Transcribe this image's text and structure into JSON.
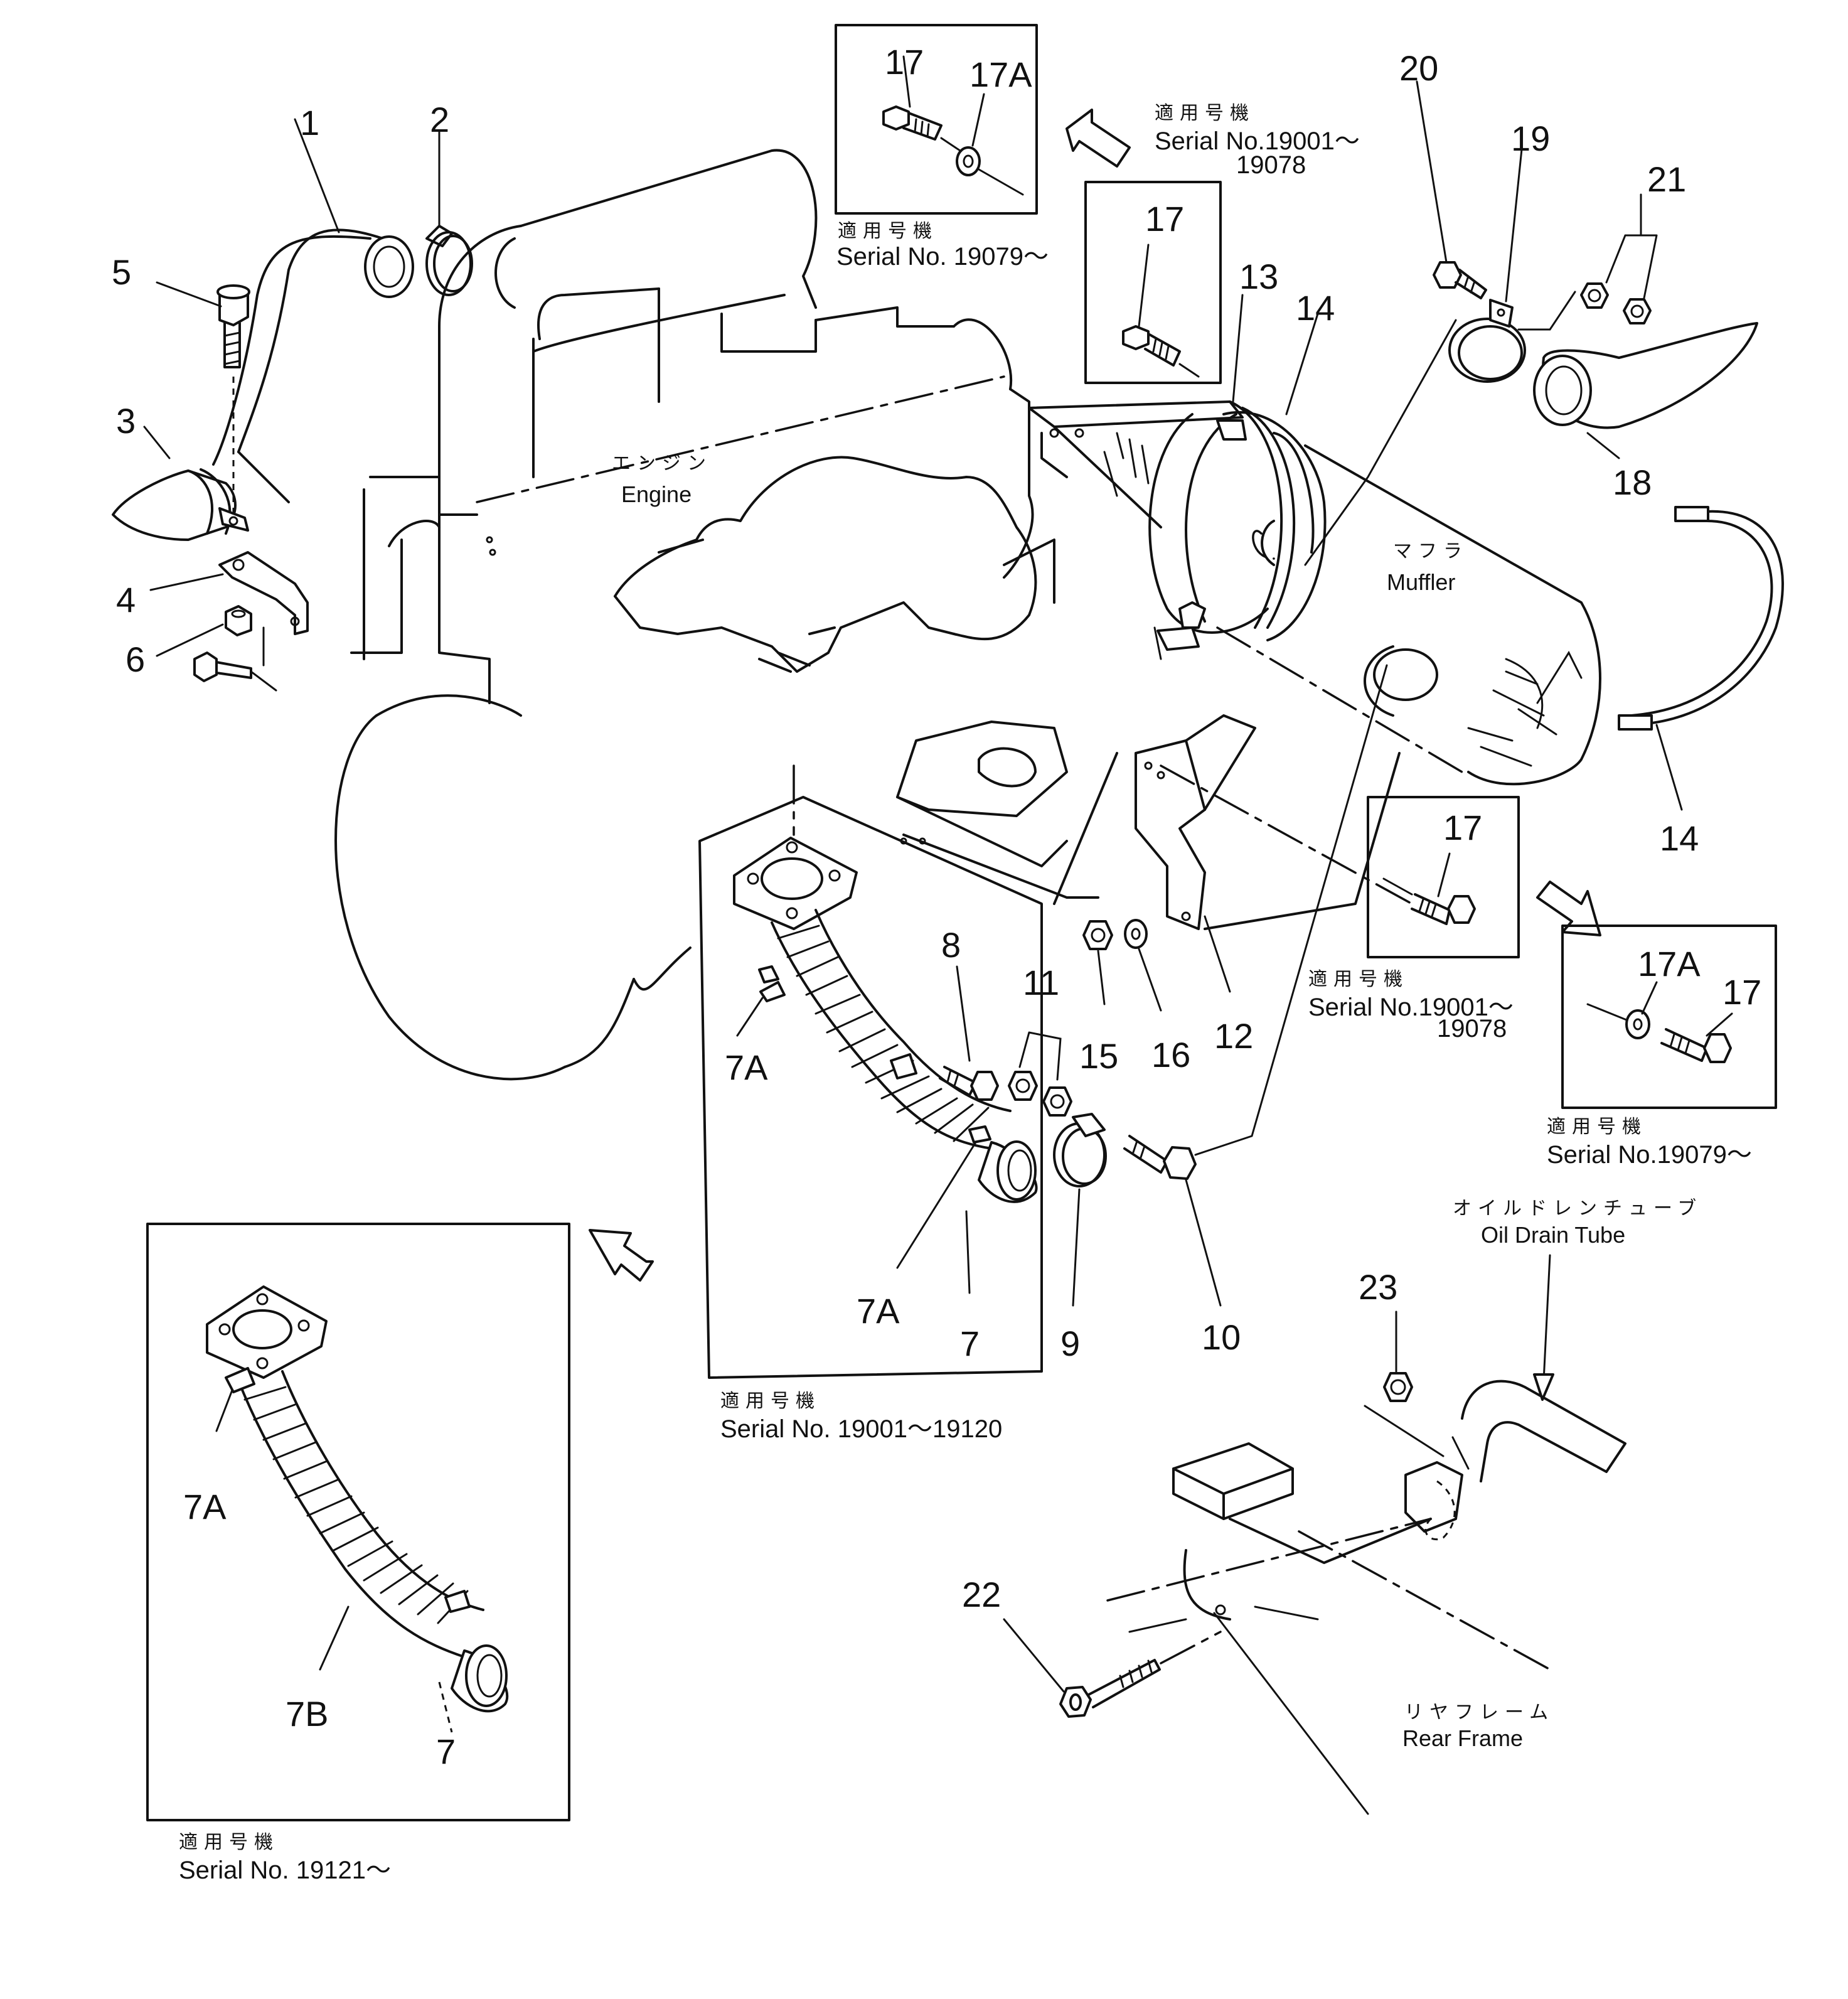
{
  "parts": {
    "p1": "1",
    "p2": "2",
    "p3": "3",
    "p4": "4",
    "p5": "5",
    "p6": "6",
    "p7": "7",
    "p7a": "7A",
    "p7b": "7B",
    "p8": "8",
    "p9": "9",
    "p10": "10",
    "p11": "11",
    "p12": "12",
    "p13": "13",
    "p14": "14",
    "p15": "15",
    "p16": "16",
    "p17": "17",
    "p17a": "17A",
    "p18": "18",
    "p19": "19",
    "p20": "20",
    "p21": "21",
    "p22": "22",
    "p23": "23"
  },
  "components": {
    "engine_jp": "エンジン",
    "engine_en": "Engine",
    "muffler_jp": "マフラ",
    "muffler_en": "Muffler",
    "oil_drain_jp": "オイルドレンチューブ",
    "oil_drain_en": "Oil Drain Tube",
    "rear_frame_jp": "リヤフレーム",
    "rear_frame_en": "Rear Frame"
  },
  "serial": {
    "applicable_jp": "適用号機",
    "s_19079_on": "Serial No. 19079～",
    "s_19001_19078_a": "Serial No.19001～",
    "s_19001_19078_b": "19078",
    "s_19079_on_b": "Serial No.19079～",
    "s_19001_19120": "Serial No. 19001～19120",
    "s_19121_on": "Serial No. 19121～"
  }
}
